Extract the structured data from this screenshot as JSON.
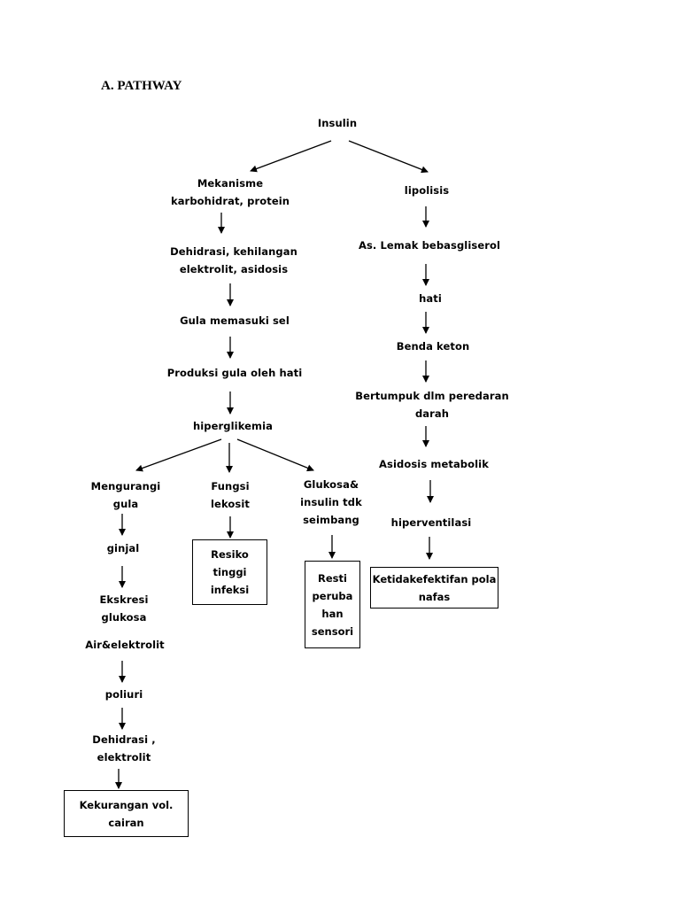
{
  "heading": "A.  PATHWAY",
  "nodes": {
    "insulin": "Insulin",
    "mekanisme": "Mekanisme\nkarbohidrat, protein",
    "dehidrasi_kehilangan": "Dehidrasi, kehilangan\nelektrolit, asidosis",
    "gula_masuk": "Gula memasuki sel",
    "produksi": "Produksi gula oleh hati",
    "hiperglikemia": "hiperglikemia",
    "mengurangi": "Mengurangi\ngula",
    "ginjal": "ginjal",
    "ekskresi": "Ekskresi\nglukosa",
    "air": "Air&elektrolit",
    "poliuri": "poliuri",
    "dehidrasi2": "Dehidrasi ,\nelektrolit",
    "kekurangan": "Kekurangan vol.\ncairan",
    "fungsi": "Fungsi\nlekosit",
    "resiko": "Resiko\ntinggi\ninfeksi",
    "glukosa": "Glukosa&\ninsulin tdk\nseimbang",
    "resti": "Resti\nperuba\nhan\nsensori",
    "lipolisis": "lipolisis",
    "lemak": "As. Lemak bebasgliserol",
    "hati": "hati",
    "benda": "Benda keton",
    "bertumpuk": "Bertumpuk dlm peredaran\ndarah",
    "asidosis": "Asidosis metabolik",
    "hiperventilasi": "hiperventilasi",
    "ketidak": "Ketidakefektifan pola\nnafas"
  },
  "colors": {
    "line": "#000000",
    "text": "#000000",
    "background": "#ffffff"
  }
}
